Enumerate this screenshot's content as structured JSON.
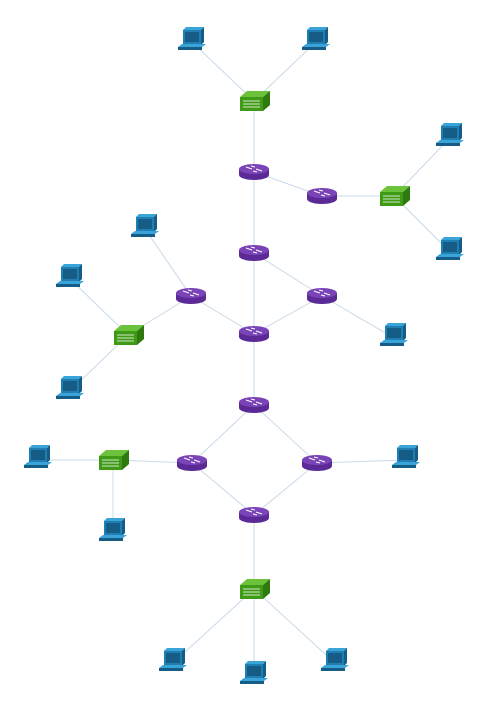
{
  "diagram": {
    "type": "network-topology",
    "colors": {
      "link": "#c9d9ea",
      "router": "#5b2a96",
      "router_light": "#7a44b8",
      "switch": "#3f9a16",
      "switch_light": "#6cc23a",
      "computer": "#1f7fb3",
      "computer_light": "#3aa3d8",
      "computer_dark": "#155d86"
    },
    "icons": {
      "router": "router-icon",
      "switch": "switch-icon",
      "computer": "computer-icon"
    },
    "nodes": [
      {
        "id": "pc1",
        "kind": "computer"
      },
      {
        "id": "pc2",
        "kind": "computer"
      },
      {
        "id": "sw1",
        "kind": "switch"
      },
      {
        "id": "r1",
        "kind": "router"
      },
      {
        "id": "r2",
        "kind": "router"
      },
      {
        "id": "sw2",
        "kind": "switch"
      },
      {
        "id": "pc3",
        "kind": "computer"
      },
      {
        "id": "pc4",
        "kind": "computer"
      },
      {
        "id": "r3",
        "kind": "router"
      },
      {
        "id": "pc5",
        "kind": "computer"
      },
      {
        "id": "pc6",
        "kind": "computer"
      },
      {
        "id": "r4",
        "kind": "router"
      },
      {
        "id": "r5",
        "kind": "router"
      },
      {
        "id": "sw3",
        "kind": "switch"
      },
      {
        "id": "r6",
        "kind": "router"
      },
      {
        "id": "pc7",
        "kind": "computer"
      },
      {
        "id": "pc8",
        "kind": "computer"
      },
      {
        "id": "r7",
        "kind": "router"
      },
      {
        "id": "pc9",
        "kind": "computer"
      },
      {
        "id": "sw4",
        "kind": "switch"
      },
      {
        "id": "r8",
        "kind": "router"
      },
      {
        "id": "r9",
        "kind": "router"
      },
      {
        "id": "pc10",
        "kind": "computer"
      },
      {
        "id": "pc11",
        "kind": "computer"
      },
      {
        "id": "r10",
        "kind": "router"
      },
      {
        "id": "sw5",
        "kind": "switch"
      },
      {
        "id": "pc12",
        "kind": "computer"
      },
      {
        "id": "pc13",
        "kind": "computer"
      },
      {
        "id": "pc14",
        "kind": "computer"
      }
    ],
    "links": [
      [
        "pc1",
        "sw1"
      ],
      [
        "pc2",
        "sw1"
      ],
      [
        "sw1",
        "r1"
      ],
      [
        "r1",
        "r2"
      ],
      [
        "r2",
        "sw2"
      ],
      [
        "sw2",
        "pc3"
      ],
      [
        "sw2",
        "pc4"
      ],
      [
        "r1",
        "r3"
      ],
      [
        "r3",
        "r5"
      ],
      [
        "r3",
        "r6"
      ],
      [
        "pc5",
        "r4"
      ],
      [
        "r4",
        "r6"
      ],
      [
        "r5",
        "r6"
      ],
      [
        "r5",
        "pc8"
      ],
      [
        "pc6",
        "sw3"
      ],
      [
        "sw3",
        "pc7"
      ],
      [
        "sw3",
        "r4"
      ],
      [
        "r6",
        "r7"
      ],
      [
        "r7",
        "r8"
      ],
      [
        "r7",
        "r9"
      ],
      [
        "pc9",
        "sw4"
      ],
      [
        "sw4",
        "r8"
      ],
      [
        "sw4",
        "pc10"
      ],
      [
        "r9",
        "pc11"
      ],
      [
        "r8",
        "r10"
      ],
      [
        "r9",
        "r10"
      ],
      [
        "r10",
        "sw5"
      ],
      [
        "sw5",
        "pc12"
      ],
      [
        "sw5",
        "pc13"
      ],
      [
        "sw5",
        "pc14"
      ]
    ]
  }
}
